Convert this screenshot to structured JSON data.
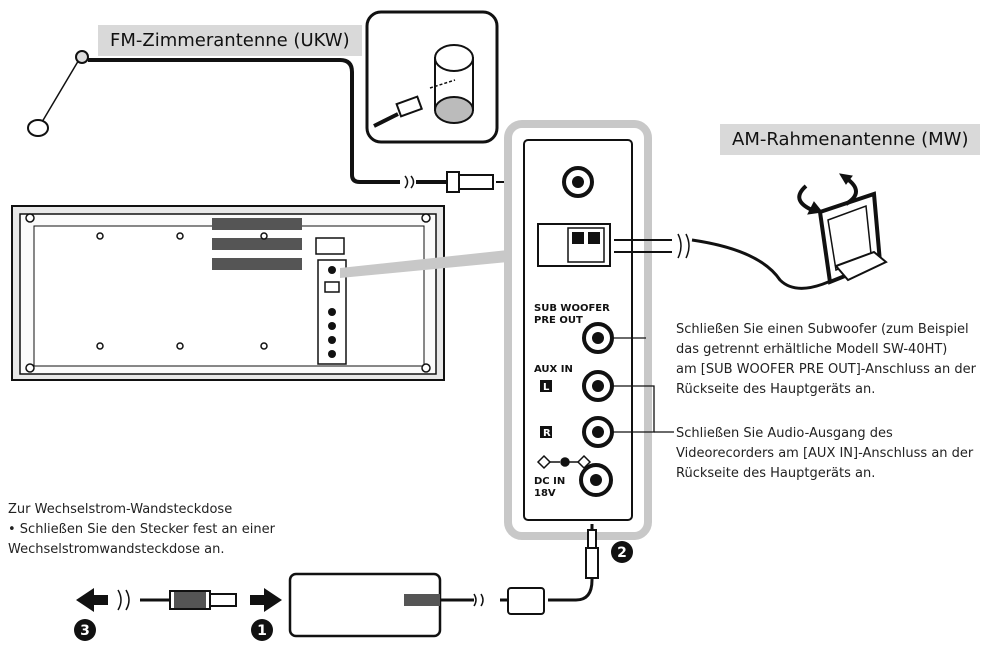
{
  "labels": {
    "fm_antenna": "FM-Zimmerantenne (UKW)",
    "am_antenna": "AM-Rahmenantenne (MW)"
  },
  "panel": {
    "sub_woofer_line1": "SUB WOOFER",
    "sub_woofer_line2": "PRE OUT",
    "aux_in": "AUX IN",
    "left": "L",
    "right": "R",
    "dc_in_line1": "DC IN",
    "dc_in_line2": "18V"
  },
  "notes": {
    "subwoofer": [
      "Schließen Sie einen Subwoofer (zum Beispiel",
      "das getrennt erhältliche Modell SW-40HT)",
      "am [SUB WOOFER PRE OUT]-Anschluss an der",
      "Rückseite des Hauptgeräts an."
    ],
    "aux": [
      "Schließen Sie Audio-Ausgang des",
      "Videorecorders am [AUX IN]-Anschluss an der",
      "Rückseite des Hauptgeräts an."
    ],
    "wall_outlet": [
      "Zur Wechselstrom-Wandsteckdose",
      "• Schließen Sie den Stecker fest an einer",
      "   Wechselstromwandsteckdose an."
    ]
  },
  "steps": {
    "one": "1",
    "two": "2",
    "three": "3"
  },
  "colors": {
    "label_bg": "#d9d9d9",
    "panel_border": "#c8c8c8",
    "line": "#111111"
  }
}
